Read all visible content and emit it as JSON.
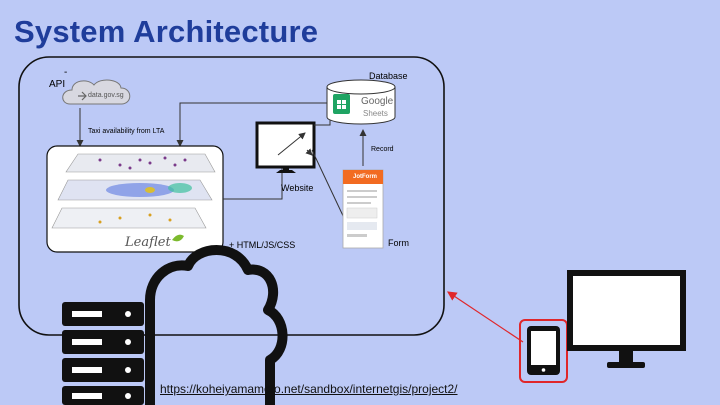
{
  "title": "System Architecture",
  "labels": {
    "api": "API",
    "api_dash": "-",
    "data_source": "data.gov.sg",
    "taxi_feed": "Taxi availability from LTA",
    "database": "Database",
    "google": "Google",
    "sheets": "Sheets",
    "record": "Record",
    "website": "Website",
    "jotform": "JotForm",
    "form": "Form",
    "tech": "+ HTML/JS/CSS",
    "leaflet": "Leaflet"
  },
  "url": "https://koheiyamamoto.net/sandbox/internetgis/project2/",
  "colors": {
    "title": "#1f3d9b",
    "background": "#bcc9f6",
    "arrow_red": "#e0262a",
    "jotform_orange": "#f26b21",
    "sheets_green": "#1fa463"
  }
}
